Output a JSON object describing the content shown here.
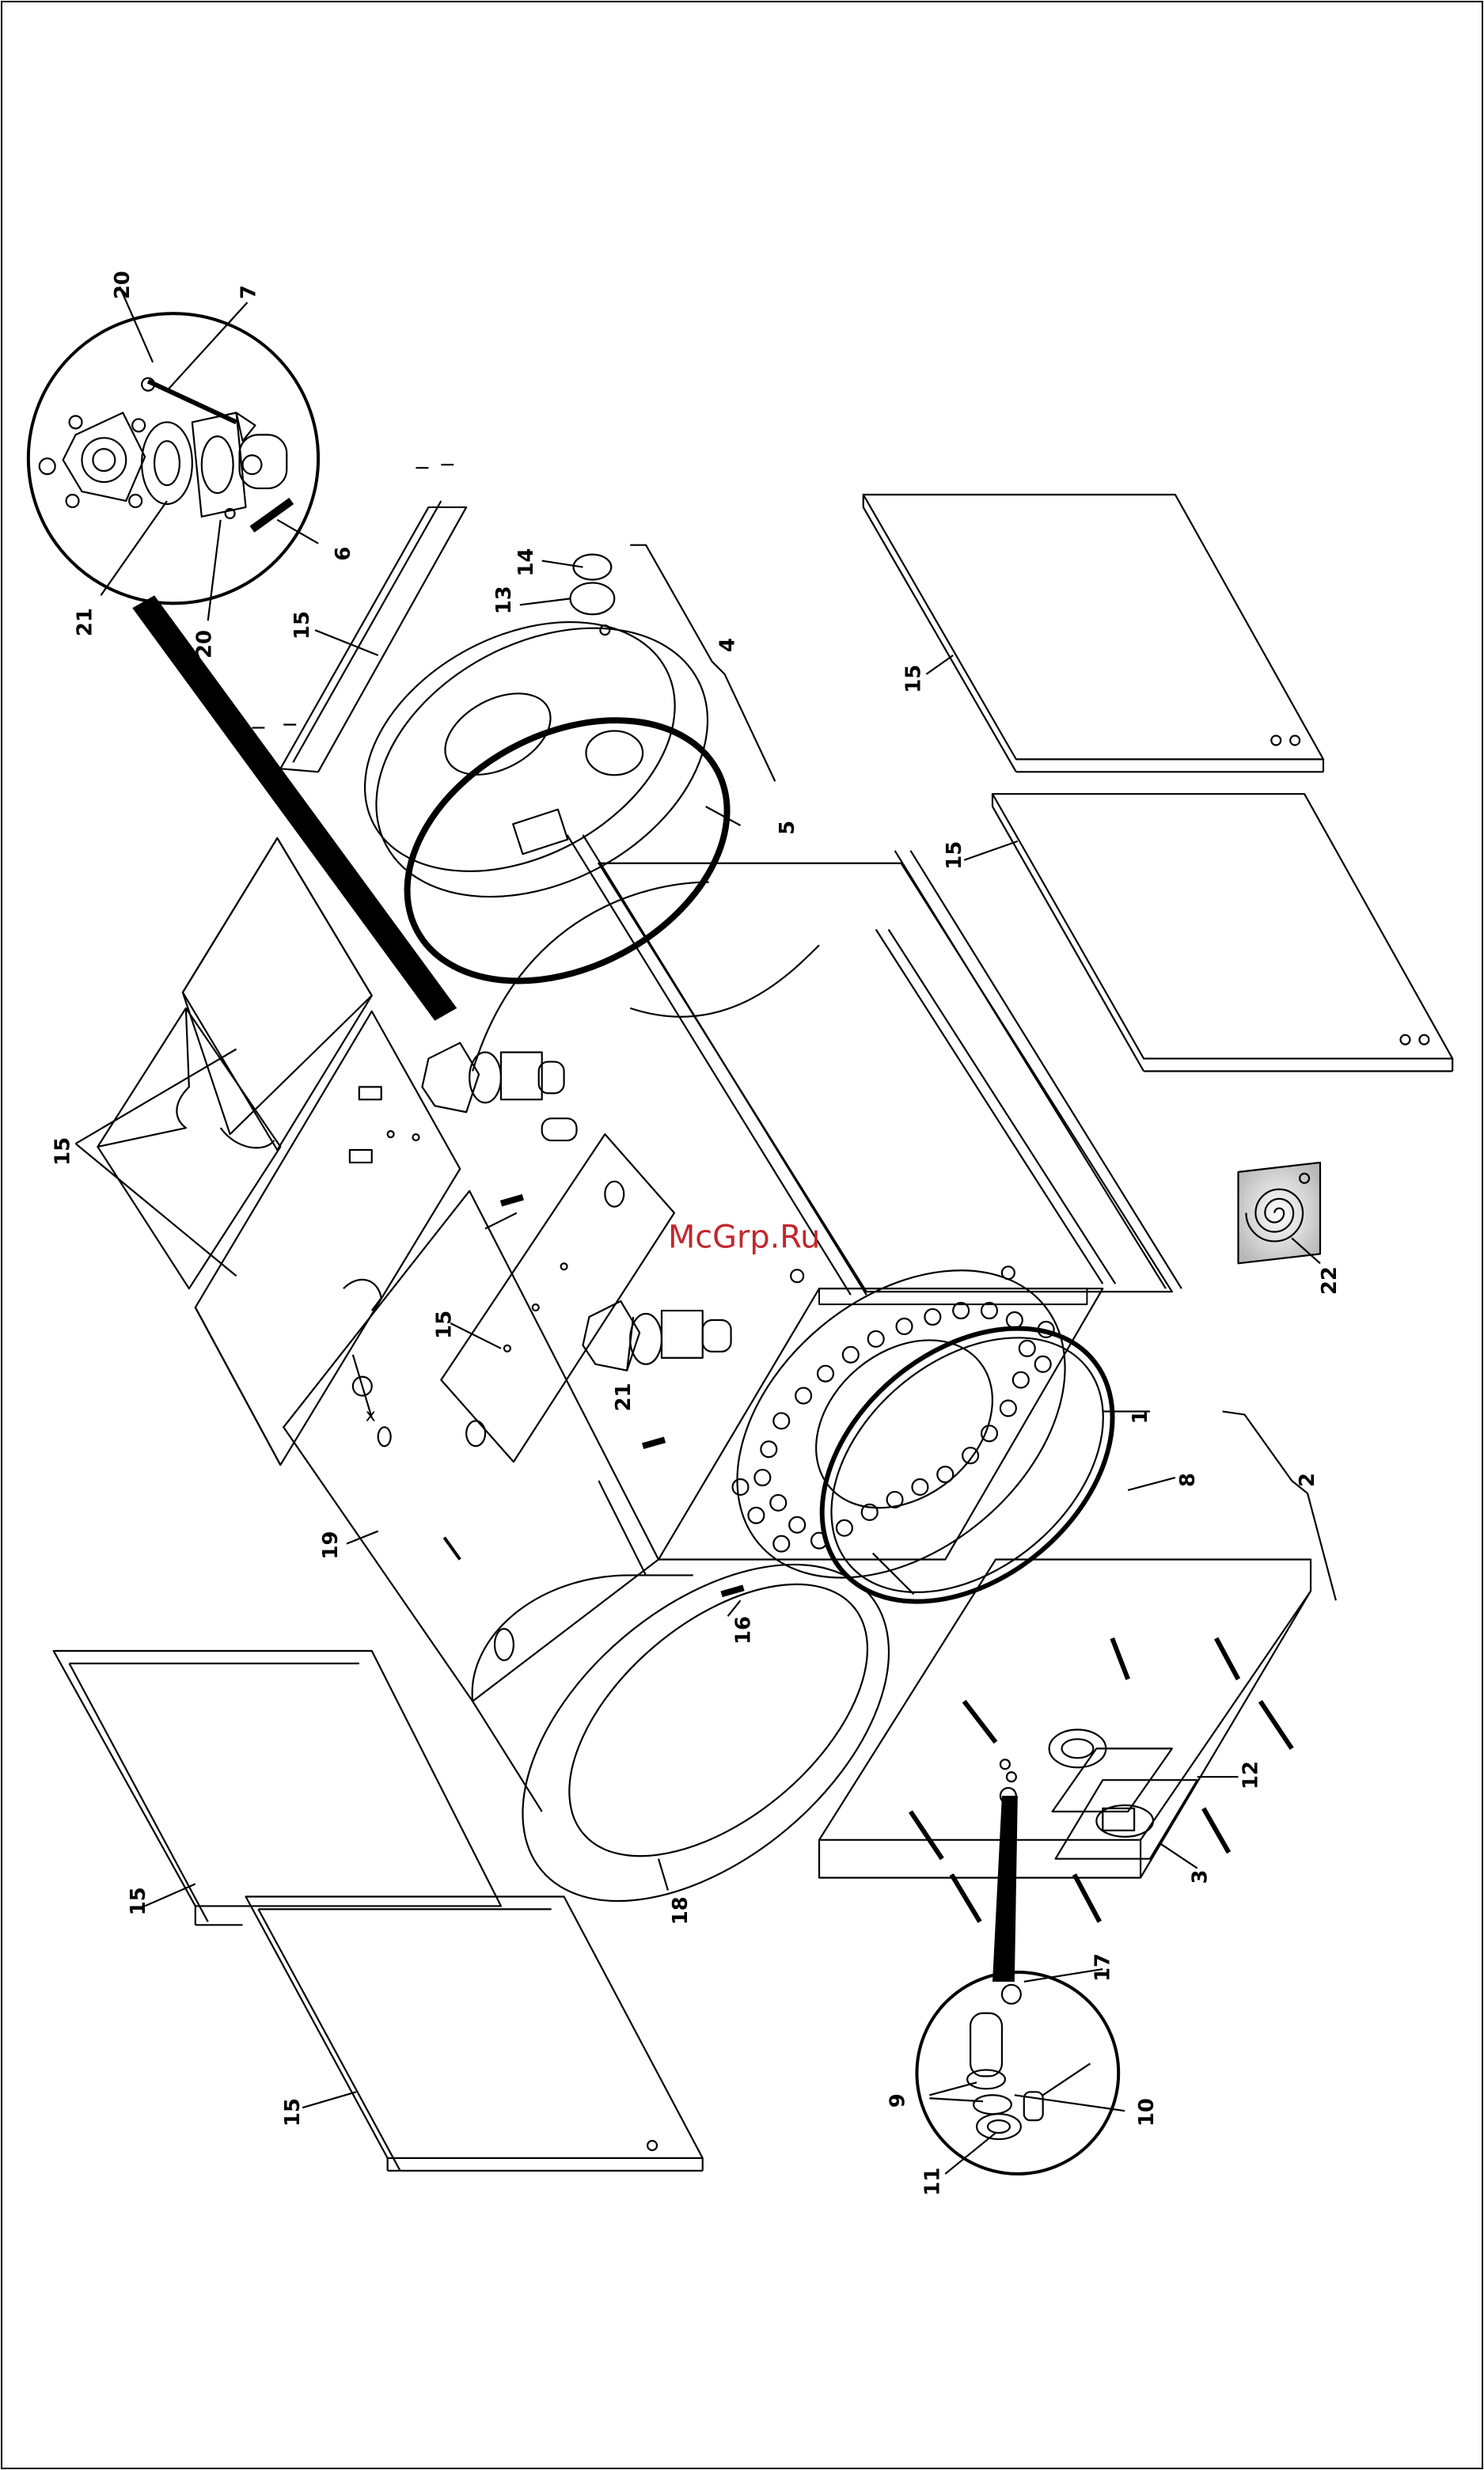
{
  "diagram": {
    "watermark": "McGrp.Ru",
    "callouts": [
      "20",
      "7",
      "21",
      "20",
      "6",
      "15",
      "14",
      "13",
      "4",
      "5",
      "15",
      "15",
      "15",
      "15",
      "21",
      "19",
      "16",
      "18",
      "15",
      "15",
      "1",
      "8",
      "2",
      "12",
      "3",
      "22",
      "17",
      "9",
      "10",
      "11"
    ]
  },
  "colors": {
    "line": "#000000",
    "background": "#ffffff",
    "watermark": "#c1272d"
  }
}
